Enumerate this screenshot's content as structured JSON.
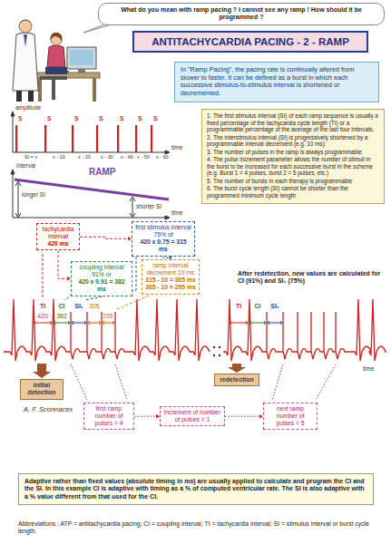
{
  "diagram": {
    "title": "ANTITACHYCARDIA PACING - 2 - RAMP",
    "nodes": [
      {
        "text": [
          "What do you mean with ramp pacing ? I cannot see any ramp ! How should it be programmed ?"
        ]
      },
      {
        "text": [
          "In \"Ramp Pacing\", the pacing rate is continually altered from slower to faster. It can be defined as a burst in which each successive stimulus-to-stimulus interval is shortened or decremented."
        ]
      },
      {
        "text": [
          "1. The first stimulus interval (SI) of each ramp sequence is usually a fixed percentage of the tachycardia cycle length (TI) or a programmable percentage of the average of the last four intervals.",
          "2. The interstimulus interval (SI) is progressively shortened by a programmable interval decrement (e.g. 10 ms).",
          "3. The number of pulses in the ramp is always programmable.",
          "4. The pulse increment parameter allows the number of stimuli in the burst to be increased for each successive burst in the scheme (e.g. Burst 1 = 4 pulses, burst 2 = 5 pulses, etc.)",
          "5. The number of bursts in each therapy is programmable",
          "6. The burst cycle length (SI) cannot be shorter than the programmed minimum cycle length"
        ]
      },
      {
        "text": [
          "tachycardia interval",
          "420 ms"
        ]
      },
      {
        "text": [
          "first stimulus interval 75% of",
          "420 x 0.75 = 315 ms"
        ]
      },
      {
        "text": [
          "coupling interval 91% or",
          "420 x 0.91 = 382 ms"
        ]
      },
      {
        "text": [
          "ramp interval decrement 10 ms",
          "315 - 10 = 305 ms",
          "305 - 10 = 295 ms"
        ]
      },
      {
        "text": [
          "initial detection"
        ]
      },
      {
        "text": [
          "redetection"
        ]
      },
      {
        "text": [
          "first ramp number of pulses = 4"
        ]
      },
      {
        "text": [
          "increment of number of pulses = 1"
        ]
      },
      {
        "text": [
          "next ramp number of pulses = 5"
        ]
      },
      {
        "text": [
          "Adaptive rather than fixed values (absolute timing in ms) are usually applied to calculate and program the CI and the SI. In this example CI is adaptive with timing as a % of computed ventricular rate. The SI is also adaptive with a % value different from that used for the CI."
        ]
      }
    ],
    "edges": [
      {
        "from": 3,
        "to": 4,
        "arrow": "to"
      },
      {
        "from": 3,
        "to": 5,
        "arrow": "to"
      },
      {
        "from": 4,
        "to": 6,
        "arrow": "to"
      },
      {
        "from": 9,
        "to": 10,
        "arrow": "to"
      },
      {
        "from": 10,
        "to": 11,
        "arrow": "to"
      }
    ],
    "labels": [
      "amplitude",
      "S",
      "S",
      "S",
      "S",
      "S",
      "S",
      "S",
      "SI = x",
      "x - 10",
      "x - 20",
      "x - 30",
      "x - 40",
      "x - 50",
      "x - 60",
      "time",
      "interval",
      "RAMP",
      "longer SI",
      "shorter SI",
      "time",
      "TI",
      "420",
      "CI",
      "382",
      "SI₁",
      "305",
      "295",
      "After redetection, new values are calculated for CI (91%) and SI₁ (75%)",
      "TI",
      "CI",
      "SI₁",
      "time",
      "A. F. Sconnacex",
      "Abbreviations : ATP = antitachycardia pacing; CI = coupling interval; TI = tachycardia interval; SI = stimulus interval or burst cycle length."
    ]
  }
}
